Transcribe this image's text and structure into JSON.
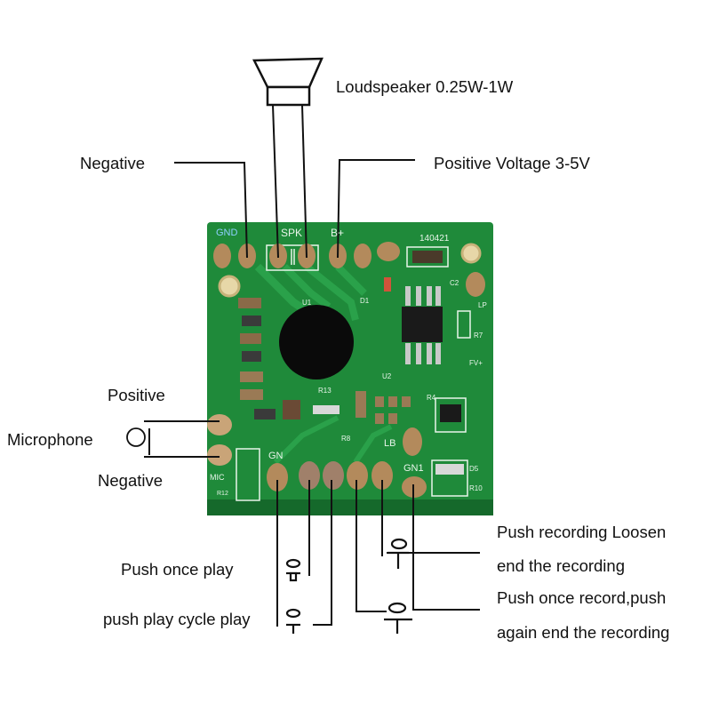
{
  "labels": {
    "loudspeaker": "Loudspeaker 0.25W-1W",
    "negative_top": "Negative",
    "positive_voltage": "Positive Voltage 3-5V",
    "mic_positive": "Positive",
    "microphone": "Microphone",
    "mic_negative": "Negative",
    "push_once_play": "Push once play",
    "push_play_cycle": "push play cycle play",
    "push_recording_line1": "Push recording Loosen",
    "push_recording_line2": "end the recording",
    "push_once_record_line1": "Push once record,push",
    "push_once_record_line2": "again end the recording"
  },
  "board": {
    "pad_labels": {
      "gnd": "GND",
      "spk": "SPK",
      "bplus": "B+",
      "date_code": "140421",
      "mic": "MIC",
      "gn": "GN",
      "gn1": "GN1",
      "lb": "LB",
      "c2": "C2",
      "r12": "R12",
      "r13": "R13",
      "r4": "R4",
      "r8": "R8",
      "r10": "R10",
      "r7": "R7",
      "u1": "U1",
      "u2": "U2",
      "d1": "D1",
      "d5": "D5",
      "fv": "FV+",
      "lp": "LP"
    },
    "colors": {
      "pcb": "#1f8a3a",
      "pcb_dark": "#15692b",
      "pad": "#b38a5c",
      "blob": "#0a0a0a",
      "silk": "#e8f5ea"
    }
  }
}
